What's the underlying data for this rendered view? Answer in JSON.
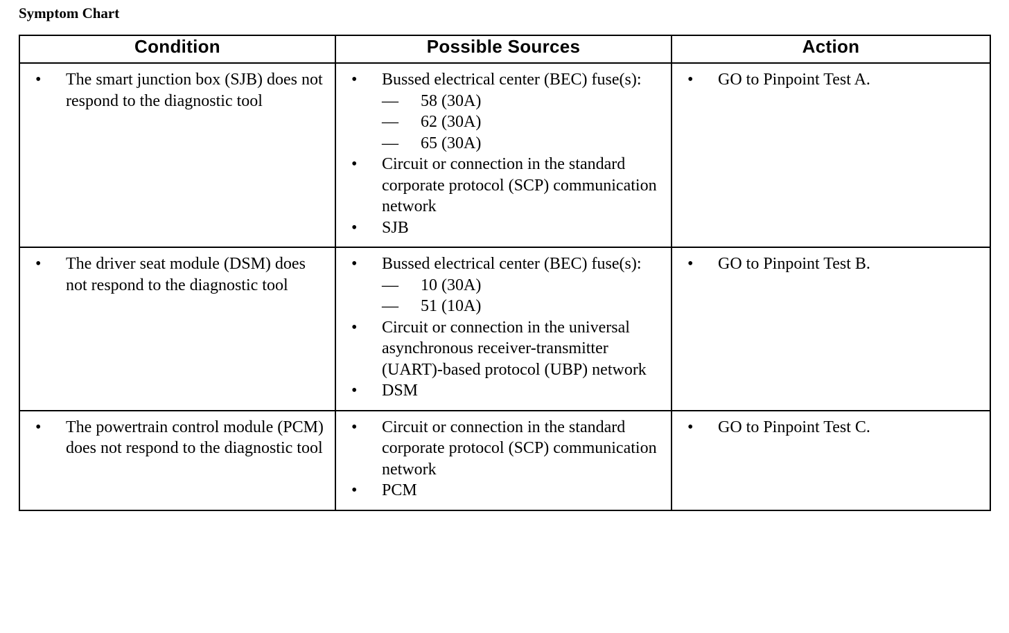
{
  "document": {
    "title": "Symptom Chart"
  },
  "table": {
    "headers": [
      {
        "label": "Condition"
      },
      {
        "label": "Possible Sources"
      },
      {
        "label": "Action"
      }
    ],
    "rows": [
      {
        "condition": {
          "bullets": [
            "The smart junction box (SJB) does not respond to the diagnostic tool"
          ]
        },
        "sources": {
          "bullets": [
            {
              "text": "Bussed electrical center (BEC) fuse(s):",
              "sub": [
                "58 (30A)",
                "62 (30A)",
                "65 (30A)"
              ]
            },
            {
              "text": "Circuit or connection in the standard corporate protocol (SCP) communication network",
              "sub": []
            },
            {
              "text": "SJB",
              "sub": []
            }
          ]
        },
        "action": {
          "bullets": [
            "GO to Pinpoint Test A."
          ]
        }
      },
      {
        "condition": {
          "bullets": [
            "The driver seat module (DSM) does not respond to the diagnostic tool"
          ]
        },
        "sources": {
          "bullets": [
            {
              "text": "Bussed electrical center (BEC) fuse(s):",
              "sub": [
                "10 (30A)",
                "51 (10A)"
              ]
            },
            {
              "text": "Circuit or connection in the universal asynchronous receiver-transmitter (UART)-based protocol (UBP) network",
              "sub": []
            },
            {
              "text": "DSM",
              "sub": []
            }
          ]
        },
        "action": {
          "bullets": [
            "GO to Pinpoint Test B."
          ]
        }
      },
      {
        "condition": {
          "bullets": [
            "The powertrain control module (PCM) does not respond to the diagnostic tool"
          ]
        },
        "sources": {
          "bullets": [
            {
              "text": "Circuit or connection in the standard corporate protocol (SCP) communication network",
              "sub": []
            },
            {
              "text": "PCM",
              "sub": []
            }
          ]
        },
        "action": {
          "bullets": [
            "GO to Pinpoint Test C."
          ]
        }
      }
    ]
  },
  "glyphs": {
    "bullet": "•",
    "dash": "—"
  },
  "colors": {
    "text": "#000000",
    "background": "#ffffff",
    "border": "#000000"
  }
}
